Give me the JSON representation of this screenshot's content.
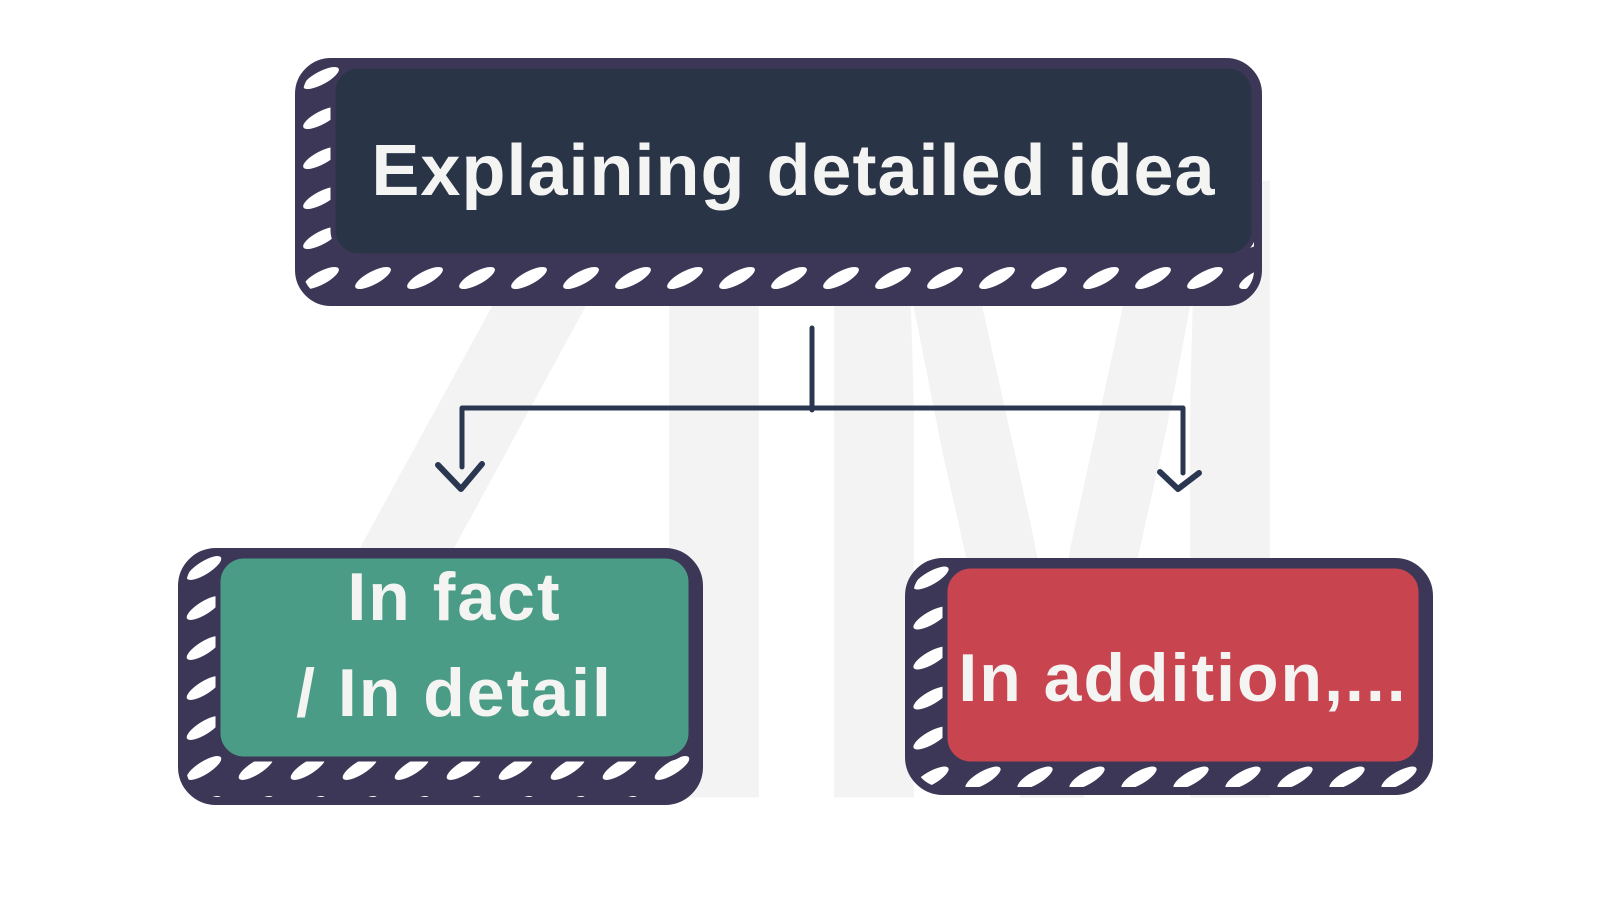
{
  "watermark": {
    "text": "ZIM"
  },
  "colors": {
    "background": "#ffffff",
    "outline": "#3c3756",
    "arrow": "#2b3750",
    "label": "#f4f4f3",
    "bead": "#ffffff",
    "watermark": "#f3f3f3"
  },
  "nodes": {
    "root": {
      "label": "Explaining detailed idea",
      "color": "#2a3447"
    },
    "left": {
      "lines": [
        "In fact",
        "/ In detail"
      ],
      "color": "#4a9c87"
    },
    "right": {
      "label": "In addition,...",
      "color": "#c8454f"
    }
  }
}
